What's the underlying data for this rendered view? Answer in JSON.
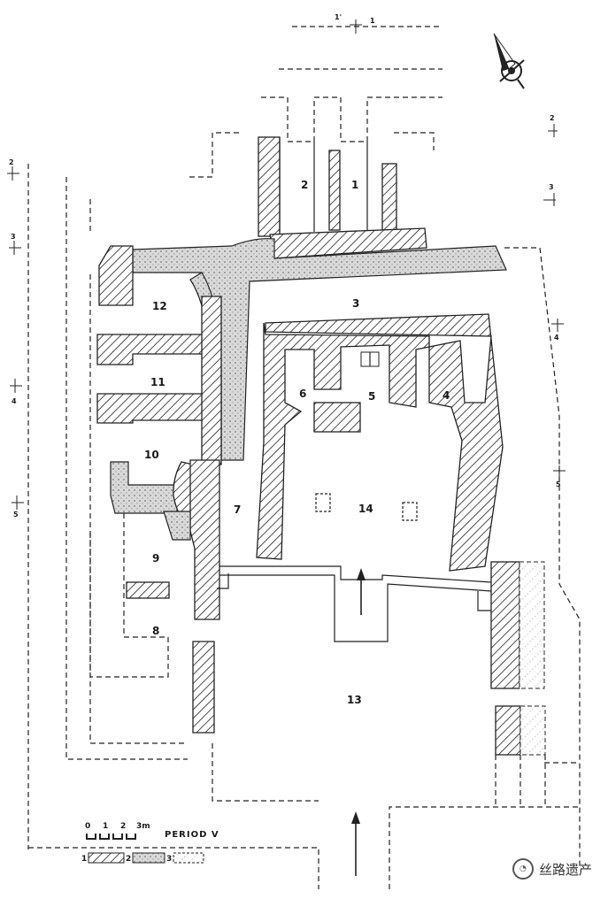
{
  "rooms": [
    "1",
    "2",
    "3",
    "4",
    "5",
    "6",
    "7",
    "8",
    "9",
    "10",
    "11",
    "12",
    "13",
    "14"
  ],
  "section_marks": {
    "top": "1'",
    "top_right": "1",
    "right": [
      "2",
      "3",
      "4",
      "5"
    ],
    "left": [
      "2",
      "3",
      "4",
      "5"
    ]
  },
  "scale": {
    "ticks": [
      "0",
      "1",
      "2",
      "3m"
    ]
  },
  "period_label": "PERIOD Ⅴ",
  "legend": [
    "1",
    "2",
    "3"
  ],
  "watermark": "丝路遗产",
  "colors": {
    "ink": "#1a1a1a",
    "paper": "#ffffff"
  },
  "icons": [
    "north-arrow-icon",
    "entrance-arrow-icon",
    "wechat-watermark-icon"
  ]
}
